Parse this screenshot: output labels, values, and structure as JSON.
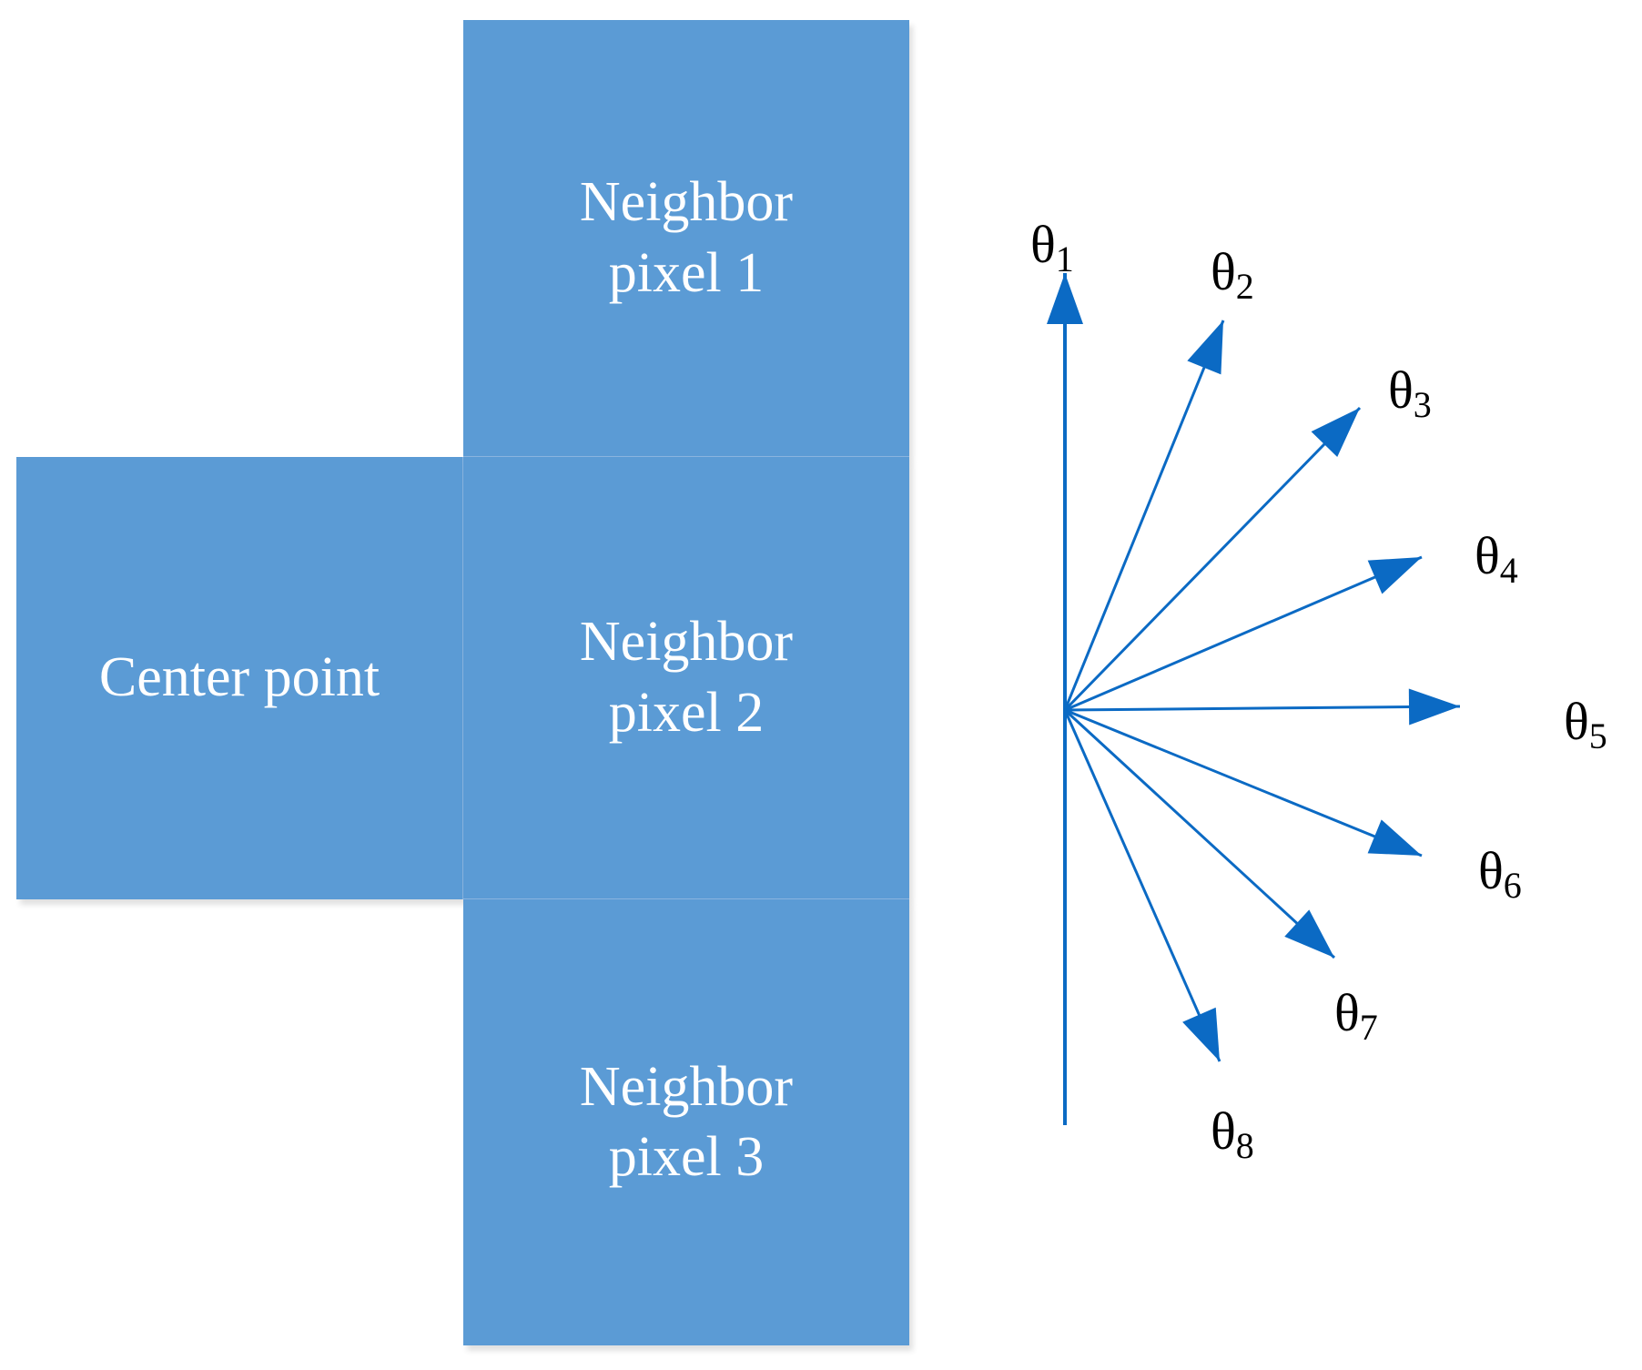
{
  "cells": {
    "neighbor1": {
      "line1": "Neighbor",
      "line2": "pixel 1"
    },
    "center": {
      "line1": "Center point"
    },
    "neighbor2": {
      "line1": "Neighbor",
      "line2": "pixel 2"
    },
    "neighbor3": {
      "line1": "Neighbor",
      "line2": "pixel 3"
    }
  },
  "directions": [
    {
      "symbol": "θ",
      "sub": "1"
    },
    {
      "symbol": "θ",
      "sub": "2"
    },
    {
      "symbol": "θ",
      "sub": "3"
    },
    {
      "symbol": "θ",
      "sub": "4"
    },
    {
      "symbol": "θ",
      "sub": "5"
    },
    {
      "symbol": "θ",
      "sub": "6"
    },
    {
      "symbol": "θ",
      "sub": "7"
    },
    {
      "symbol": "θ",
      "sub": "8"
    }
  ],
  "colors": {
    "cell_fill": "#5b9bd5",
    "arrow": "#0b6ac4",
    "cell_text": "#ffffff",
    "label_text": "#000000"
  }
}
